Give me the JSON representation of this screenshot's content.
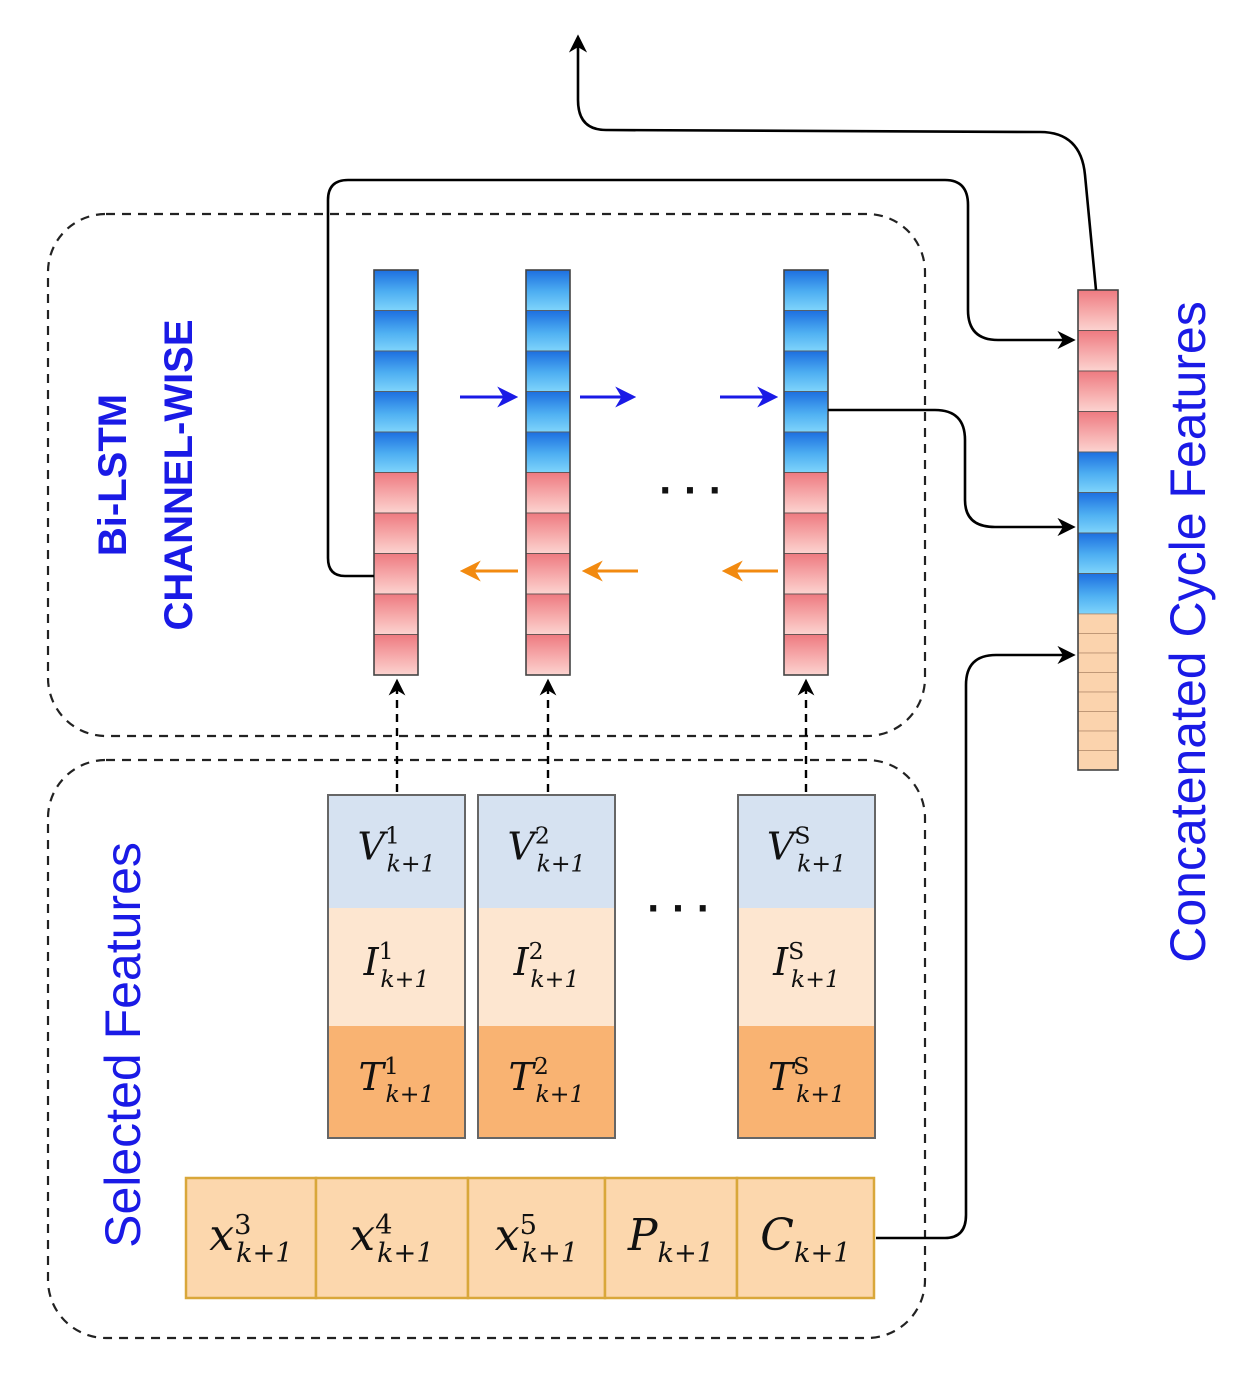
{
  "labels": {
    "bilstm_line1": "Bi-LSTM",
    "bilstm_line2": "CHANNEL-WISE",
    "selected_features": "Selected Features",
    "concatenated_features": "Concatenated Cycle Features",
    "ellipsis": "· · ·"
  },
  "columns": [
    {
      "V": {
        "base": "V",
        "sup": "1",
        "sub": "k+1"
      },
      "I": {
        "base": "I",
        "sup": "1",
        "sub": "k+1"
      },
      "T": {
        "base": "T",
        "sup": "1",
        "sub": "k+1"
      }
    },
    {
      "V": {
        "base": "V",
        "sup": "2",
        "sub": "k+1"
      },
      "I": {
        "base": "I",
        "sup": "2",
        "sub": "k+1"
      },
      "T": {
        "base": "T",
        "sup": "2",
        "sub": "k+1"
      }
    },
    {
      "V": {
        "base": "V",
        "sup": "S",
        "sub": "k+1"
      },
      "I": {
        "base": "I",
        "sup": "S",
        "sub": "k+1"
      },
      "T": {
        "base": "T",
        "sup": "S",
        "sub": "k+1"
      }
    }
  ],
  "bottom_row": [
    {
      "base": "x",
      "sup": "3",
      "sub": "k+1"
    },
    {
      "base": "x",
      "sup": "4",
      "sub": "k+1"
    },
    {
      "base": "x",
      "sup": "5",
      "sub": "k+1"
    },
    {
      "base": "P",
      "sup": "",
      "sub": "k+1"
    },
    {
      "base": "C",
      "sup": "",
      "sub": "k+1"
    }
  ],
  "colors": {
    "blue_text": "#1a1ae6",
    "forward_arrow": "#1a1ae6",
    "backward_arrow": "#f28a10",
    "cell_blue": "#3a8ee6",
    "cell_red": "#f3a0a0",
    "cell_peach": "#fbd3ad",
    "v_cell": "#d6e2f1",
    "i_cell": "#fde6d0",
    "t_cell": "#f9b372",
    "bottom_cell": "#fcd7ad",
    "bottom_border": "#d9a73a"
  }
}
